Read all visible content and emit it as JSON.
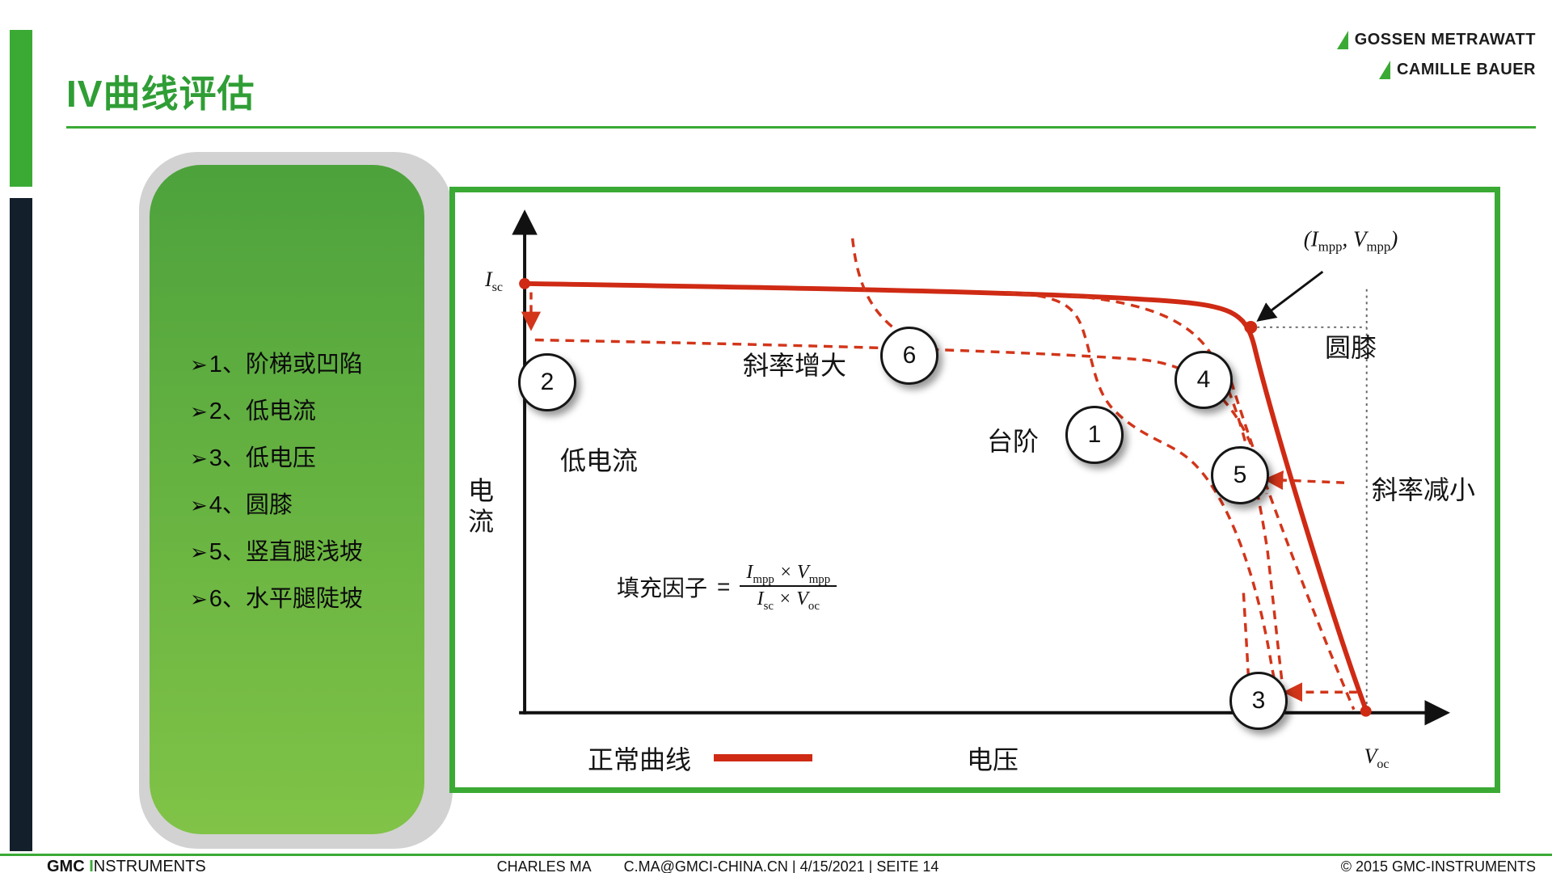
{
  "title": "IV曲线评估",
  "logos": {
    "line1": "GOSSEN METRAWATT",
    "line2": "CAMILLE BAUER"
  },
  "sidebar": {
    "bullet": "➢",
    "items": [
      "1、阶梯或凹陷",
      "2、低电流",
      "3、低电压",
      "4、圆膝",
      "5、竖直腿浅坡",
      "6、水平腿陡坡"
    ]
  },
  "chart": {
    "y_axis": "电流",
    "x_axis": "电压",
    "isc": {
      "base": "I",
      "sub": "sc"
    },
    "voc": {
      "base": "V",
      "sub": "oc"
    },
    "mpp": {
      "open": "(",
      "i1": "I",
      "s1": "mpp",
      "comma": ", ",
      "i2": "V",
      "s2": "mpp",
      "close": ")"
    },
    "labels": {
      "round_knee": "圆膝",
      "slope_up": "斜率增大",
      "low_current": "低电流",
      "step": "台阶",
      "slope_down": "斜率减小"
    },
    "circles": {
      "one": "1",
      "two": "2",
      "three": "3",
      "four": "4",
      "five": "5",
      "six": "6"
    },
    "legend": {
      "normal": "正常曲线"
    },
    "formula": {
      "lhs": "填充因子",
      "eq": "=",
      "num": {
        "a": "I",
        "asub": "mpp",
        "times": " × ",
        "b": "V",
        "bsub": "mpp"
      },
      "den": {
        "a": "I",
        "asub": "sc",
        "times": " × ",
        "b": "V",
        "bsub": "oc"
      }
    }
  },
  "footer": {
    "brand": {
      "gmc": "GMC",
      "i": "I",
      "rest": "NSTRUMENTS"
    },
    "center": {
      "name": "CHARLES MA",
      "meta": "C.MA@GMCI-CHINA.CN | 4/15/2021 | SEITE 14"
    },
    "right": "© 2015 GMC-INSTRUMENTS"
  },
  "colors": {
    "green": "#3aaa35",
    "navy": "#131f2b",
    "red": "#cf2a14"
  }
}
